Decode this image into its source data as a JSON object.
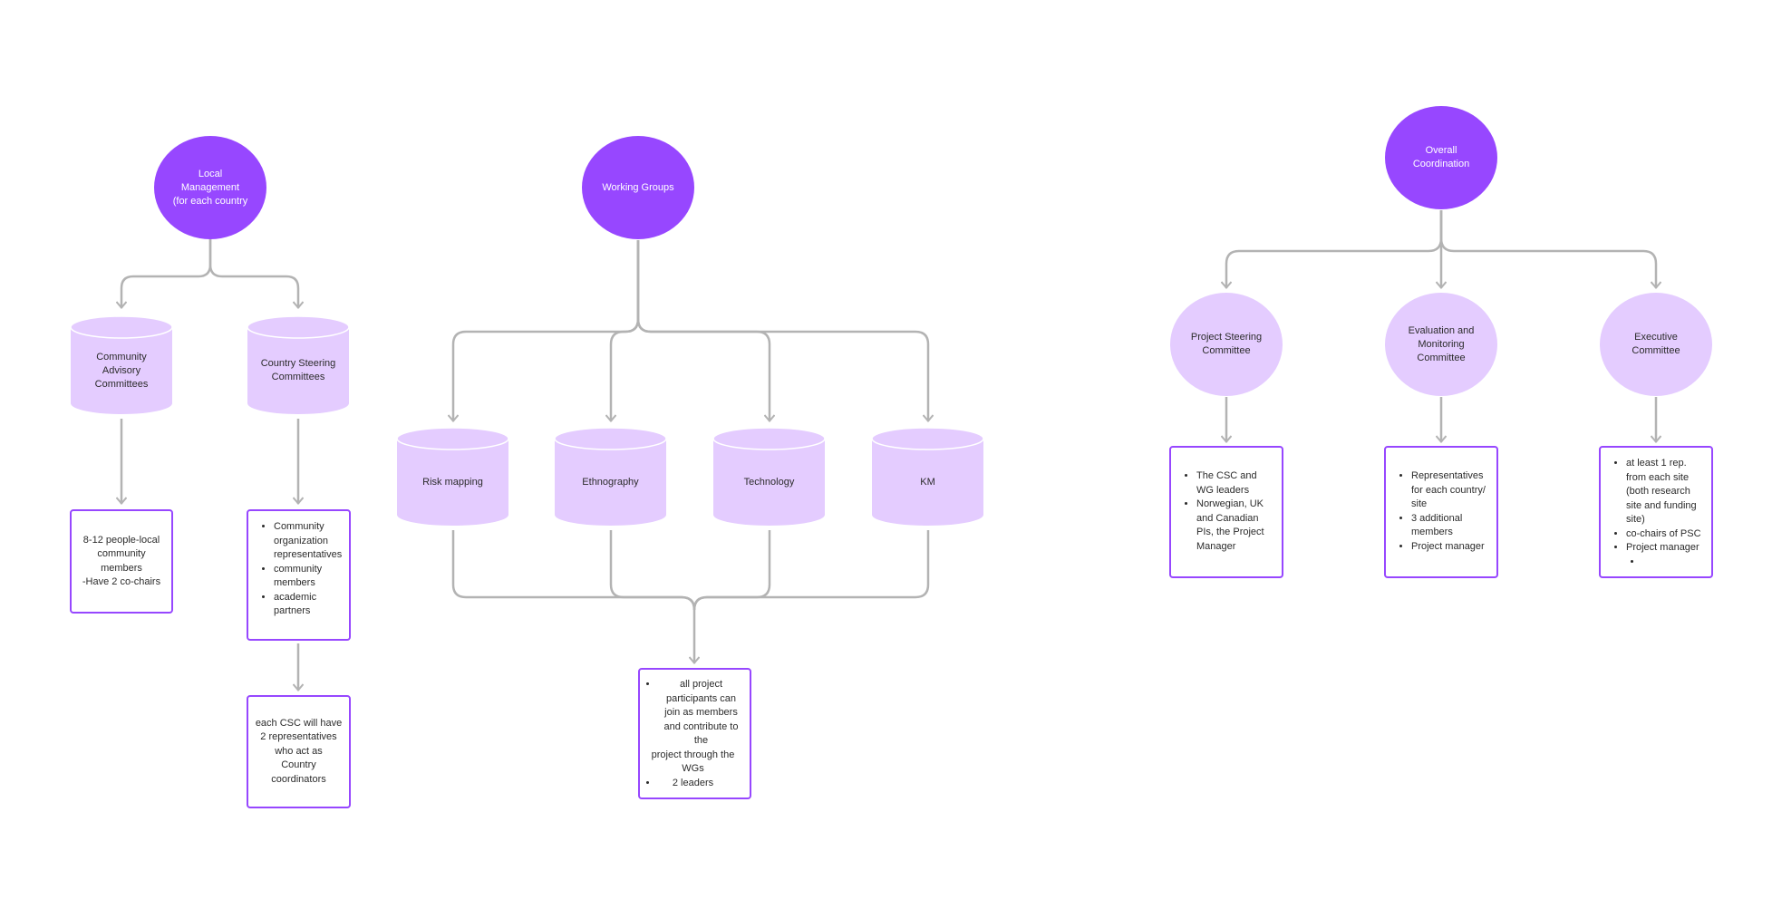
{
  "colors": {
    "circle_dark": "#9747ff",
    "circle_light": "#e4ccff",
    "cylinder": "#e4ccff",
    "box_border": "#9747ff",
    "connector": "#b3b3b3"
  },
  "local_management": {
    "title": "Local\nManagement\n(for each country",
    "community_advisory": "Community\nAdvisory\nCommittees",
    "country_steering": "Country Steering\nCommittees",
    "cac_details": "8-12 people-local\ncommunity\nmembers\n-Have 2 co-chairs",
    "csc_bullets": [
      "Community organization representatives",
      "community members",
      "academic partners"
    ],
    "csc_note": "each CSC will have\n2 representatives\nwho act as\nCountry\ncoordinators"
  },
  "working_groups": {
    "title": "Working Groups",
    "groups": [
      "Risk mapping",
      "Ethnography",
      "Technology",
      "KM"
    ],
    "details": [
      "all project participants can join as members and contribute to the",
      "project through the WGs",
      "2 leaders"
    ]
  },
  "overall_coordination": {
    "title": "Overall\nCoordination",
    "psc": {
      "title": "Project Steering\nCommittee",
      "bullets": [
        "The CSC and WG leaders",
        "Norwegian, UK and Canadian PIs, the Project Manager"
      ]
    },
    "emc": {
      "title": "Evaluation and\nMonitoring\nCommittee",
      "bullets": [
        "Representatives for each country/ site",
        "3 additional members",
        "Project manager"
      ]
    },
    "exec": {
      "title": "Executive\nCommittee",
      "bullets": [
        "at least 1 rep. from each site (both research site and funding site)",
        "co-chairs of PSC",
        "Project manager",
        ""
      ]
    }
  }
}
